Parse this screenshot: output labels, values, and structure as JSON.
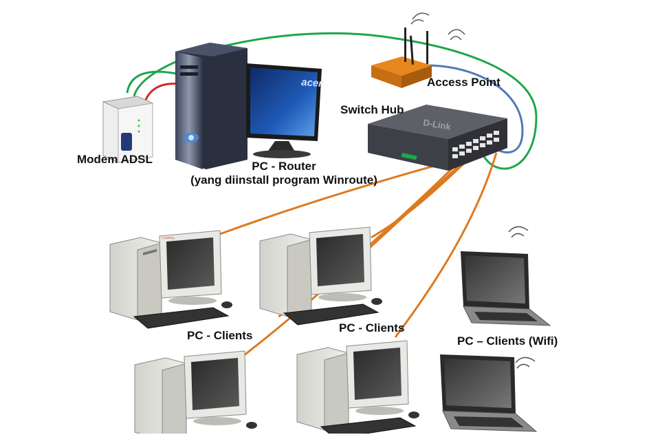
{
  "diagram": {
    "labels": {
      "modem": "Modem ADSL",
      "router_line1": "PC - Router",
      "router_line2": "(yang diinstall program Winroute)",
      "switch": "Switch Hub",
      "access_point": "Access Point",
      "clients_left": "PC - Clients",
      "clients_right": "PC - Clients",
      "clients_wifi": "PC – Clients (Wifi)"
    },
    "brands": {
      "monitor": "acer",
      "switch": "D-Link",
      "client": "COMPAQ"
    },
    "colors": {
      "cable_green": "#1fa64a",
      "cable_red": "#d9262b",
      "cable_blue": "#4f79b8",
      "cable_orange": "#dd7a1f",
      "router_orange": "#e8871e"
    }
  }
}
